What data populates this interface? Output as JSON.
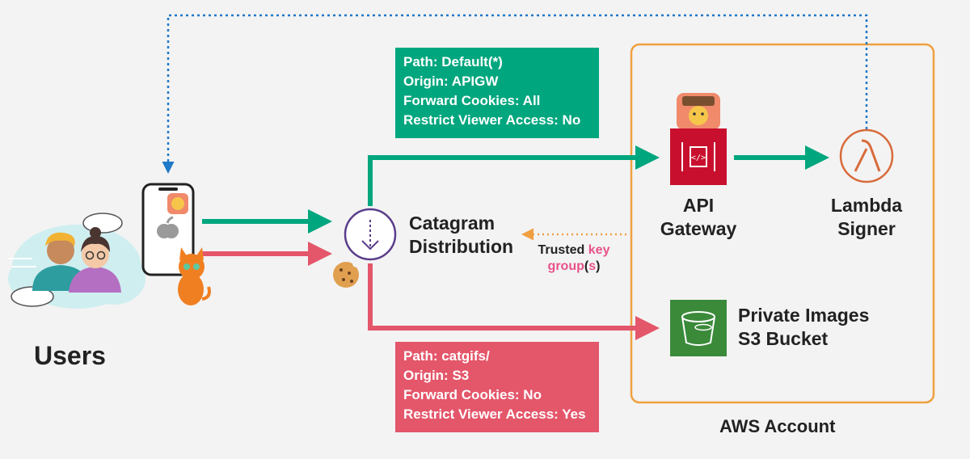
{
  "colors": {
    "green": "#00a67e",
    "red": "#e4566a",
    "orange": "#f0a040",
    "blue": "#1f78c8",
    "pink": "#e8528a"
  },
  "users": {
    "label": "Users"
  },
  "distribution": {
    "line1": "Catagram",
    "line2": "Distribution"
  },
  "trusted": {
    "word1": "Trusted",
    "word2": "key",
    "word3": "group",
    "paren_open": "(",
    "s": "s",
    "paren_close": ")"
  },
  "default_behavior": {
    "path": "Path: Default(*)",
    "origin": "Origin: APIGW",
    "cookies": "Forward Cookies: All",
    "restrict": "Restrict Viewer Access: No"
  },
  "catgifs_behavior": {
    "path": "Path: catgifs/",
    "origin": "Origin: S3",
    "cookies": "Forward Cookies: No",
    "restrict": "Restrict Viewer Access: Yes"
  },
  "api_gateway": {
    "line1": "API",
    "line2": "Gateway"
  },
  "lambda": {
    "line1": "Lambda",
    "line2": "Signer"
  },
  "s3": {
    "line1": "Private Images",
    "line2": "S3 Bucket"
  },
  "aws_account": {
    "label": "AWS Account"
  }
}
